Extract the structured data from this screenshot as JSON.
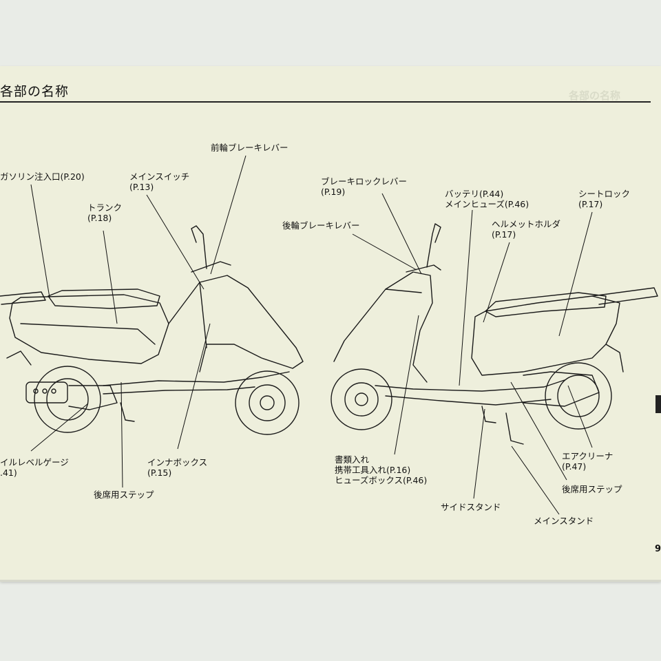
{
  "page": {
    "title": "各部の名称",
    "ghost_title": "各部の名称",
    "page_number": "9"
  },
  "left_labels": {
    "front_brake_lever": "前輪ブレーキレバー",
    "fuel_inlet": "ガソリン注入口(P.20)",
    "main_switch": "メインスイッチ\n(P.13)",
    "trunk": "トランク\n(P.18)",
    "oil_level_gauge": "イルレベルゲージ\n.41)",
    "inner_box": "インナボックス\n(P.15)",
    "rear_step": "後席用ステップ"
  },
  "right_labels": {
    "brake_lock_lever": "ブレーキロックレバー\n(P.19)",
    "rear_brake_lever": "後輪ブレーキレバー",
    "battery_fuse": "バッテリ(P.44)\nメインヒューズ(P.46)",
    "seat_lock": "シートロック\n(P.17)",
    "helmet_holder": "ヘルメットホルダ\n(P.17)",
    "documents": "書類入れ\n携帯工具入れ(P.16)\nヒューズボックス(P.46)",
    "air_cleaner": "エアクリーナ\n(P.47)",
    "rear_step": "後席用ステップ",
    "side_stand": "サイドスタンド",
    "main_stand": "メインスタンド"
  }
}
